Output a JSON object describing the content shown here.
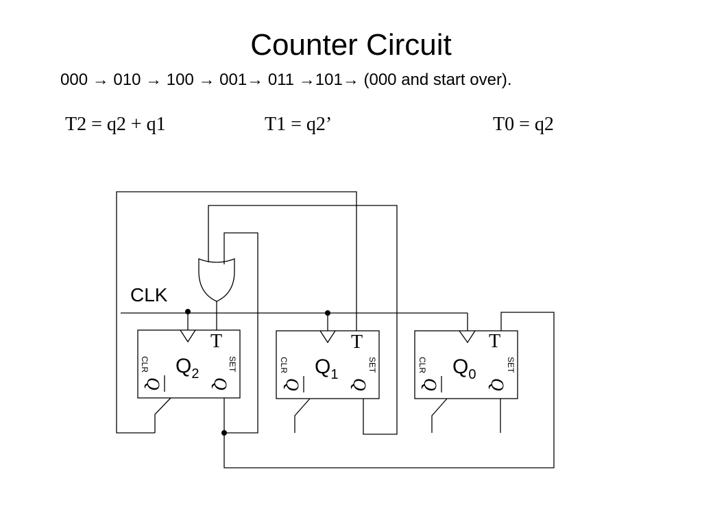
{
  "title": "Counter Circuit",
  "sequence": "000 → 010 → 100 → 001→ 011 →101→ (000 and start over).",
  "equations": {
    "t2": "T2 = q2 + q1",
    "t1": "T1 = q2’",
    "t0": "T0 = q2"
  },
  "circuit": {
    "clock_label": "CLK",
    "flipflops": [
      {
        "name": "Q",
        "index": "2",
        "t_label": "T",
        "clr_label": "CLR",
        "set_label": "SET",
        "q_label": "Q",
        "qbar_label": "Q"
      },
      {
        "name": "Q",
        "index": "1",
        "t_label": "T",
        "clr_label": "CLR",
        "set_label": "SET",
        "q_label": "Q",
        "qbar_label": "Q"
      },
      {
        "name": "Q",
        "index": "0",
        "t_label": "T",
        "clr_label": "CLR",
        "set_label": "SET",
        "q_label": "Q",
        "qbar_label": "Q"
      }
    ],
    "gate_type": "OR"
  }
}
